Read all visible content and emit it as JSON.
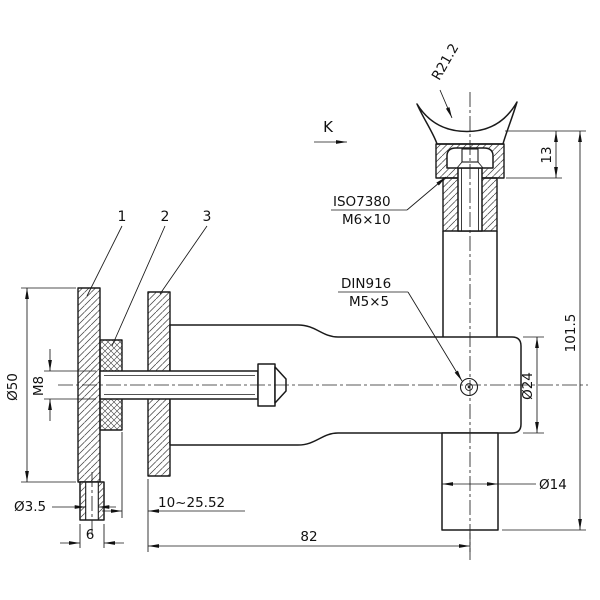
{
  "drawing": {
    "view_label": "K",
    "part_numbers": [
      "1",
      "2",
      "3"
    ],
    "annotations": {
      "radius": "R21.2",
      "top_screw_standard": "ISO7380",
      "top_screw_size": "M6×10",
      "set_screw_standard": "DIN916",
      "set_screw_size": "M5×5"
    },
    "dimensions": {
      "saddle_height": "13",
      "overall_height": "101.5",
      "arm_diameter": "Ø24",
      "lower_post_diameter": "Ø14",
      "clamp_diameter": "Ø50",
      "bolt_thread": "M8",
      "stem_hole_diameter": "Ø3.5",
      "stem_width": "6",
      "glass_thickness_range": "10~25.52",
      "arm_length": "82"
    }
  }
}
